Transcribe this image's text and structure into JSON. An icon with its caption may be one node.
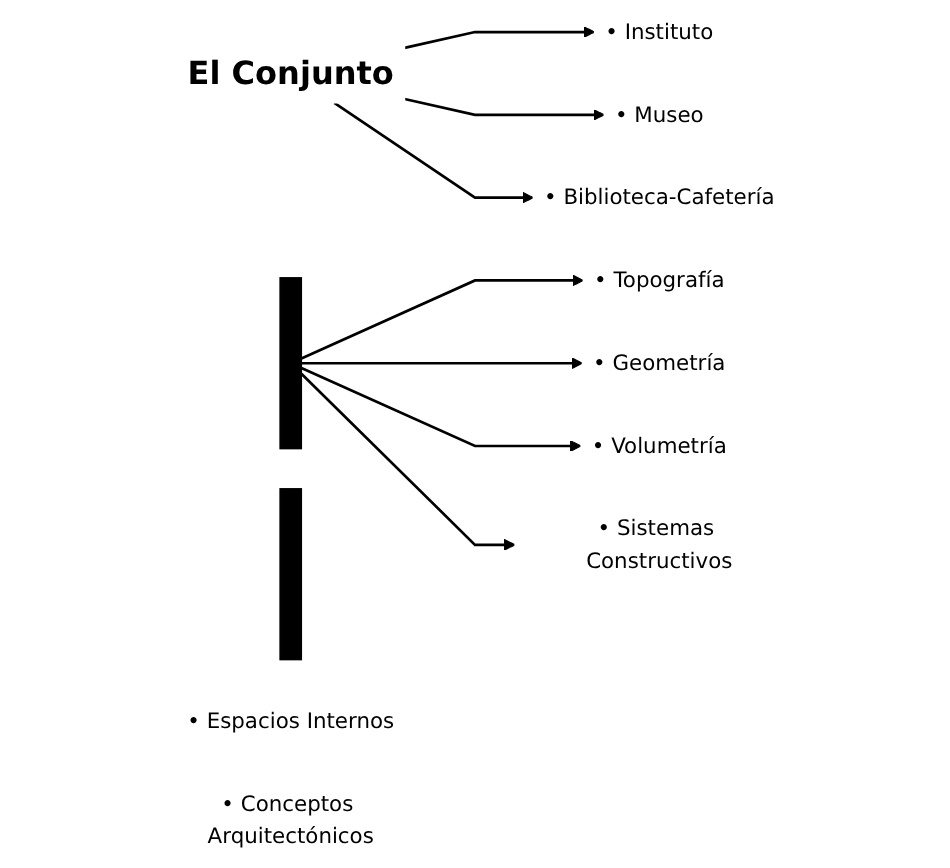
{
  "diagram": {
    "nodes": [
      {
        "text": [
          "El Conjunto"
        ]
      },
      {
        "text": [],
        "shape": "bar"
      },
      {
        "text": [
          "• Topografía"
        ]
      },
      {
        "text": [
          "• Geometría"
        ]
      },
      {
        "text": [
          "• Volumetría"
        ]
      },
      {
        "text": [
          "• Sistemas Constructivos"
        ]
      },
      {
        "text": [
          "• Instituto"
        ]
      },
      {
        "text": [
          "• Museo"
        ]
      },
      {
        "text": [
          "• Biblioteca-Cafetería"
        ]
      },
      {
        "text": [],
        "shape": "bar"
      },
      {
        "text": [
          "• Espacios Internos"
        ]
      },
      {
        "text": [
          "• Conceptos Arquitectónicos"
        ]
      }
    ],
    "edges": [
      {
        "from": 1,
        "to": 2,
        "arrow": "to"
      },
      {
        "from": 1,
        "to": 3,
        "arrow": "to"
      },
      {
        "from": 1,
        "to": 4,
        "arrow": "to"
      },
      {
        "from": 1,
        "to": 5,
        "arrow": "to"
      },
      {
        "from": 0,
        "to": 6,
        "arrow": "to"
      },
      {
        "from": 0,
        "to": 7,
        "arrow": "to"
      },
      {
        "from": 0,
        "to": 8,
        "arrow": "to"
      }
    ]
  }
}
